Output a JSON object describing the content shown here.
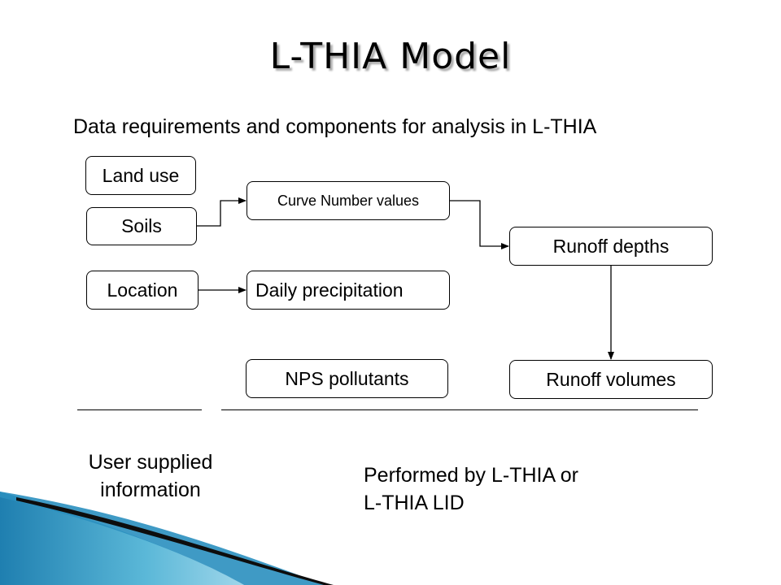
{
  "title": "L-THIA Model",
  "subtitle": "Data requirements and components for analysis in L-THIA",
  "boxes": {
    "land_use": "Land use",
    "soils": "Soils",
    "location": "Location",
    "curve_number": "Curve Number values",
    "daily_precip": "Daily precipitation",
    "nps_pollutants": "NPS pollutants",
    "runoff_depths": "Runoff depths",
    "runoff_volumes": "Runoff volumes"
  },
  "captions": {
    "user_line1": "User supplied",
    "user_line2": "information",
    "performed_line1": "Performed by L-THIA or",
    "performed_line2": "L-THIA LID"
  },
  "colors": {
    "deco_light": "#5bb8d8",
    "deco_mid": "#2a8fbf",
    "deco_dark": "#0d0d0d"
  }
}
